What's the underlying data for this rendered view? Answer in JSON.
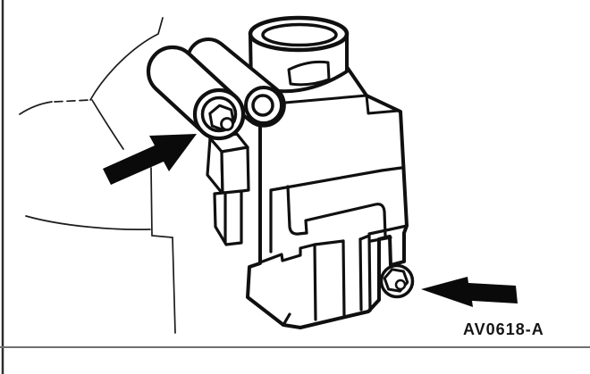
{
  "figure": {
    "reference_code": "AV0618-A",
    "description_arrows": [
      {
        "name": "upper-fitting-arrow",
        "direction": "up-right"
      },
      {
        "name": "lower-bolt-arrow",
        "direction": "left"
      }
    ],
    "colors": {
      "background": "#ffffff",
      "line": "#101010",
      "arrow": "#0a0a0a",
      "divider_rule": "#6f6f6f",
      "page_border": "#2d2d2d"
    }
  }
}
